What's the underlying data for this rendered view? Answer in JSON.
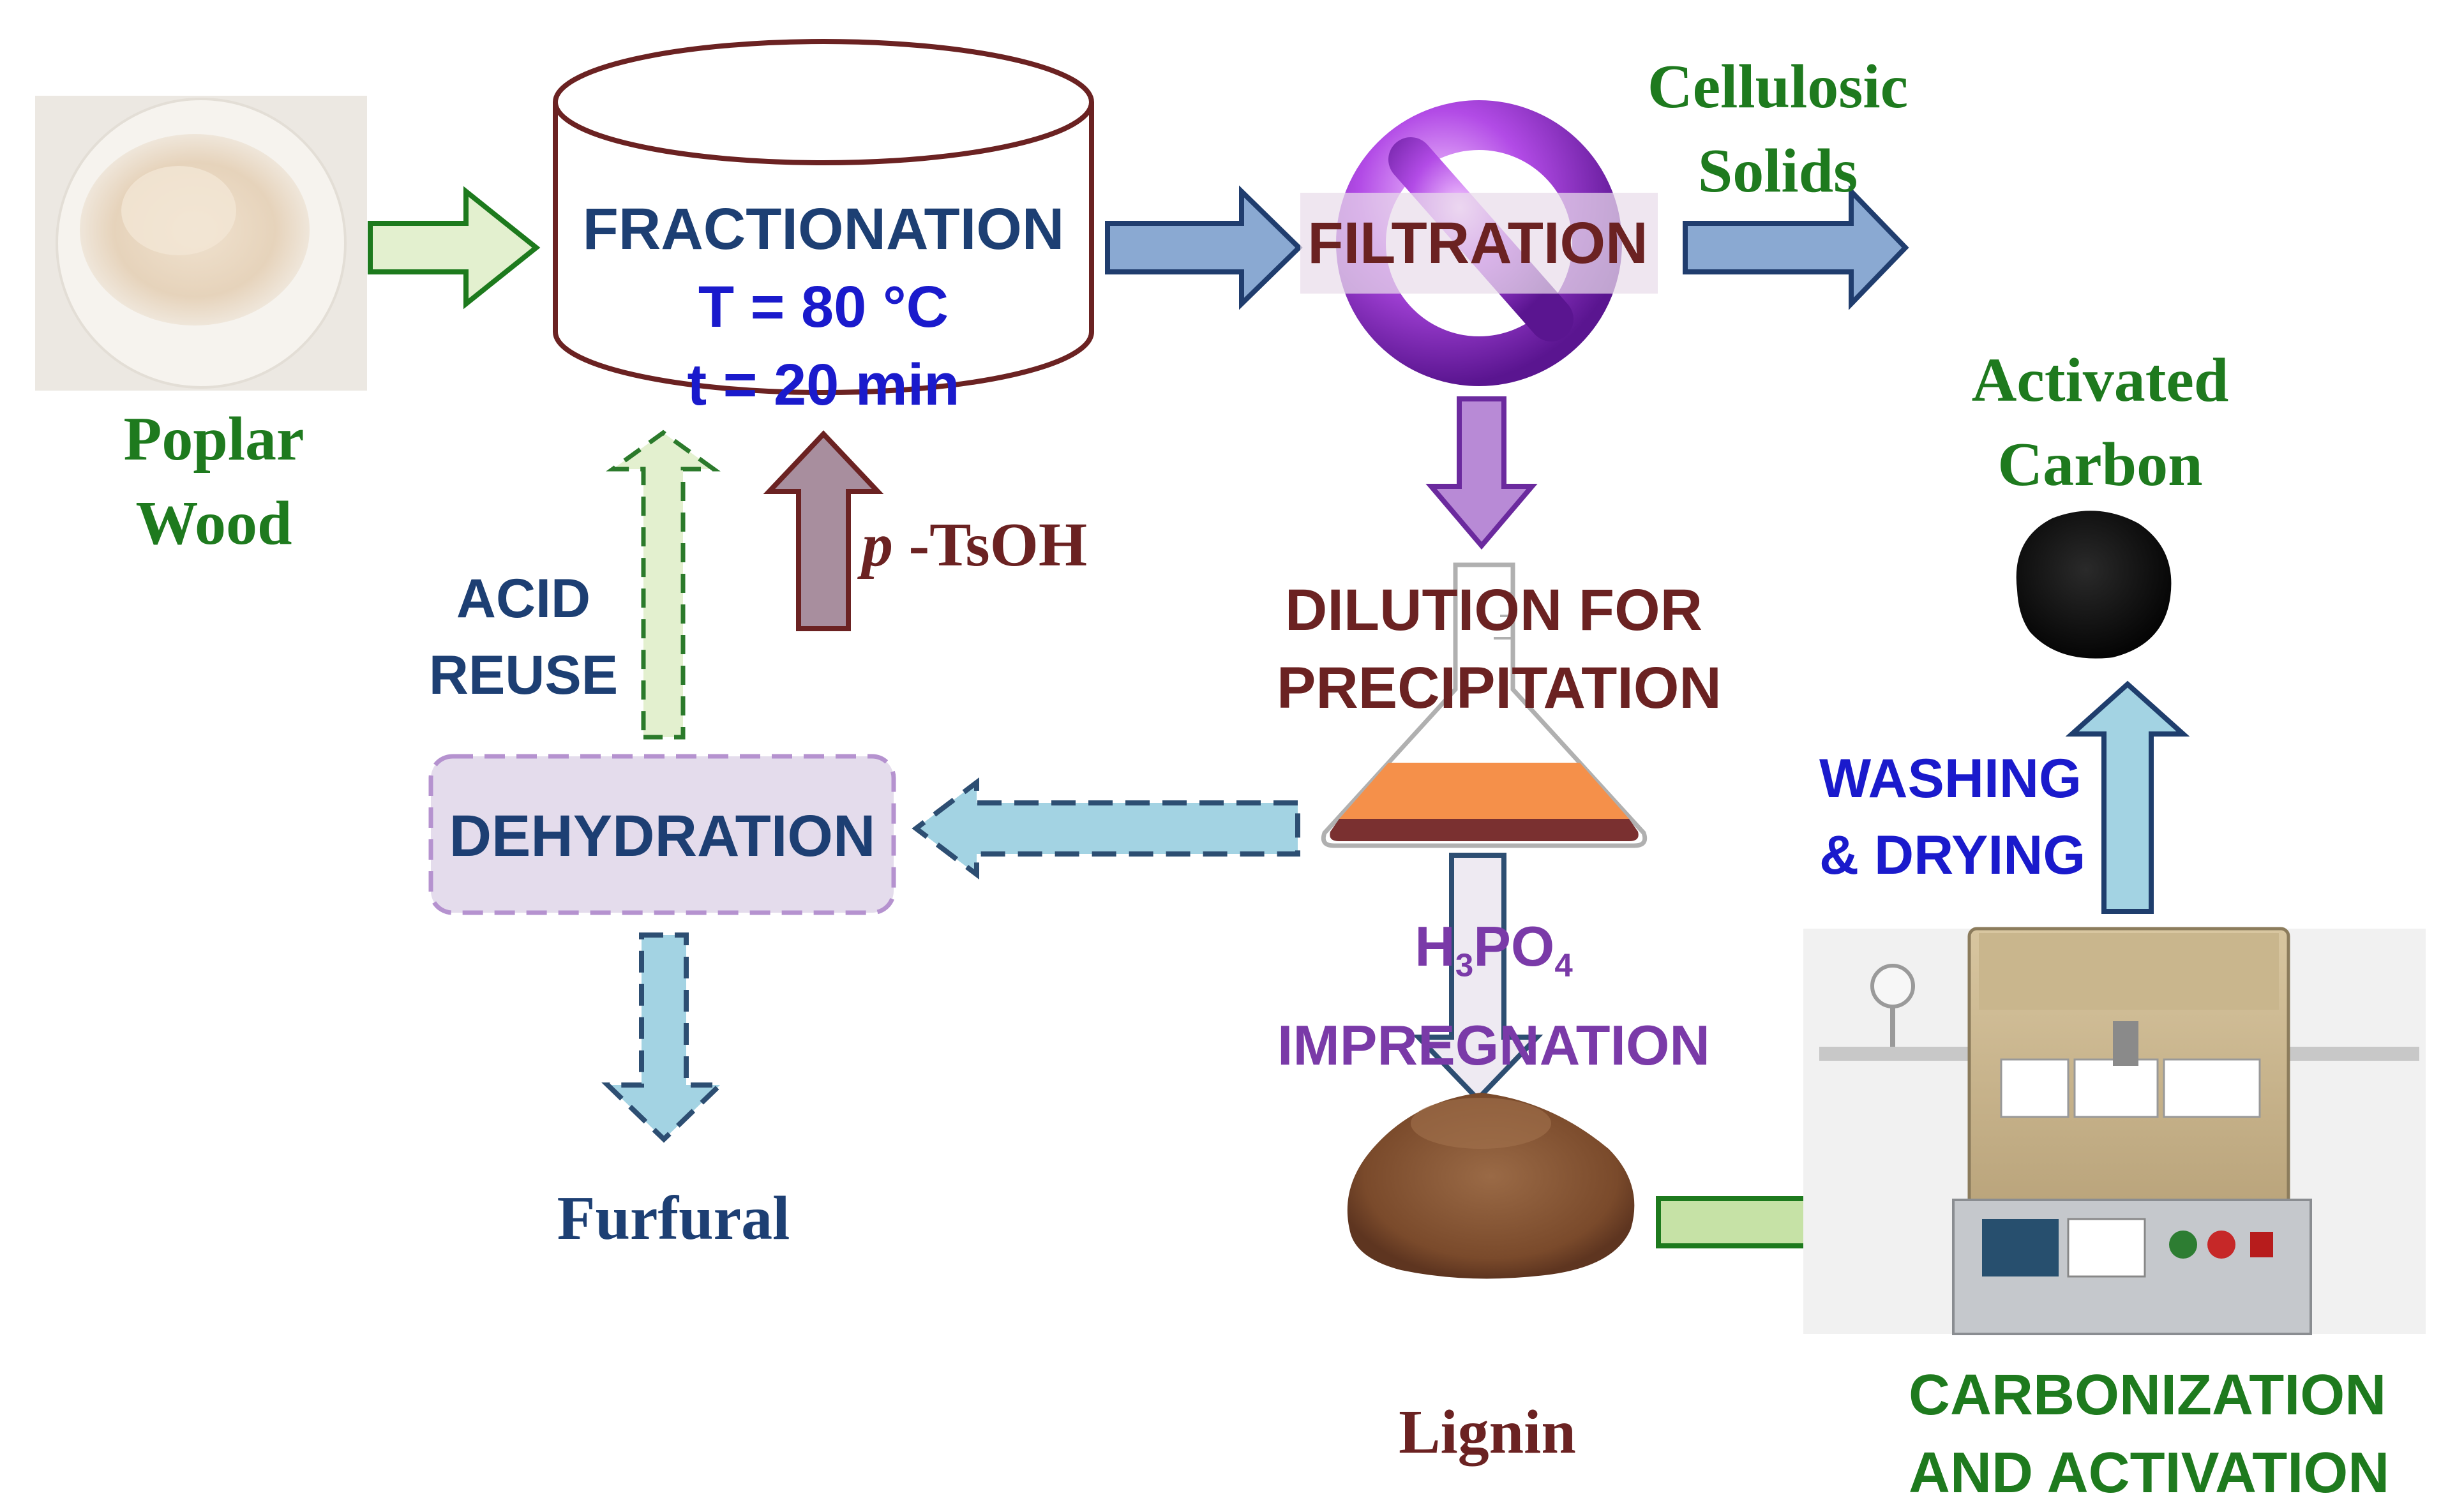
{
  "nodes": {
    "poplar": {
      "line1": "Poplar",
      "line2": "Wood"
    },
    "fractionation": {
      "title": "FRACTIONATION",
      "temp": "T = 80 °C",
      "time": "t = 20 min"
    },
    "filtration": {
      "label": "FILTRATION"
    },
    "cellulosic": {
      "line1": "Cellulosic",
      "line2": "Solids"
    },
    "activated": {
      "line1": "Activated",
      "line2": "Carbon"
    },
    "dilution": {
      "line1": "DILUTION FOR",
      "line2": "PRECIPITATION"
    },
    "dehydration": {
      "label": "DEHYDRATION"
    },
    "furfural": {
      "label": "Furfural"
    },
    "lignin": {
      "label": "Lignin"
    },
    "carbonization": {
      "line1": "CARBONIZATION",
      "line2": "AND ACTIVATION"
    }
  },
  "edges": {
    "acid_reuse": {
      "line1": "ACID",
      "line2": "REUSE"
    },
    "ptsoh": {
      "italic": "p",
      "rest": " -TsOH"
    },
    "h3po4": {
      "H": "H",
      "s3": "3",
      "PO": "PO",
      "s4": "4",
      "line2": "IMPREGNATION"
    },
    "washing": {
      "line1": "WASHING",
      "line2": "& DRYING"
    }
  },
  "colors": {
    "green_text": "#1e7a1e",
    "navy_text": "#1d3f73",
    "blue_text": "#1a1acc",
    "maroon_text": "#6b2222",
    "purple_text": "#7a3aa8"
  }
}
